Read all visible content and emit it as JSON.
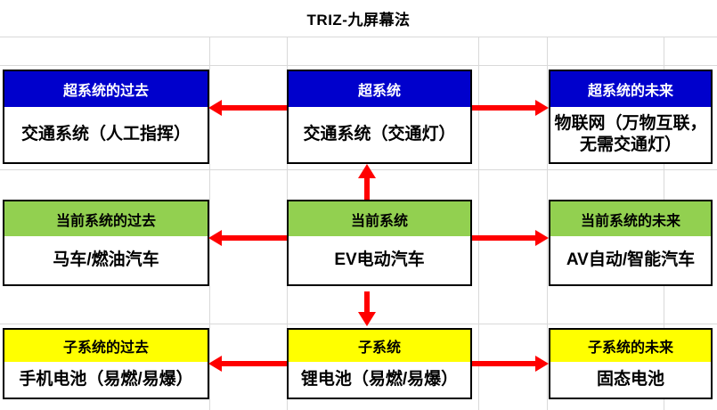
{
  "title": "TRIZ-九屏幕法",
  "colors": {
    "super_header_bg": "#0000CC",
    "super_header_text": "#FFFFFF",
    "current_header_bg": "#92D050",
    "sub_header_bg": "#FFFF00",
    "arrow": "#FF0000",
    "box_border": "#000000",
    "gridline": "#D9D9D9"
  },
  "matrix": {
    "rows": [
      {
        "name": "super-system",
        "header_bg": "#0000CC",
        "cells": [
          {
            "header": "超系统的过去",
            "content": "交通系统（人工指挥）"
          },
          {
            "header": "超系统",
            "content": "交通系统（交通灯）"
          },
          {
            "header": "超系统的未来",
            "content": "物联网（万物互联，\n无需交通灯）"
          }
        ]
      },
      {
        "name": "current-system",
        "header_bg": "#92D050",
        "cells": [
          {
            "header": "当前系统的过去",
            "content": "马车/燃油汽车"
          },
          {
            "header": "当前系统",
            "content": "EV电动汽车"
          },
          {
            "header": "当前系统的未来",
            "content": "AV自动/智能汽车"
          }
        ]
      },
      {
        "name": "sub-system",
        "header_bg": "#FFFF00",
        "cells": [
          {
            "header": "子系统的过去",
            "content": "手机电池（易燃/易爆）"
          },
          {
            "header": "子系统",
            "content": "锂电池（易燃/易爆）"
          },
          {
            "header": "子系统的未来",
            "content": "固态电池"
          }
        ]
      }
    ]
  },
  "arrows": {
    "color": "#FF0000",
    "list": [
      "super-row: center to past (left)",
      "super-row: center to future (right)",
      "current-row: center to past (left)",
      "current-row: center to future (right)",
      "sub-row: center to past (left)",
      "sub-row: center to future (right)",
      "center column: current system up to super system",
      "center column: current system down to sub system"
    ]
  }
}
